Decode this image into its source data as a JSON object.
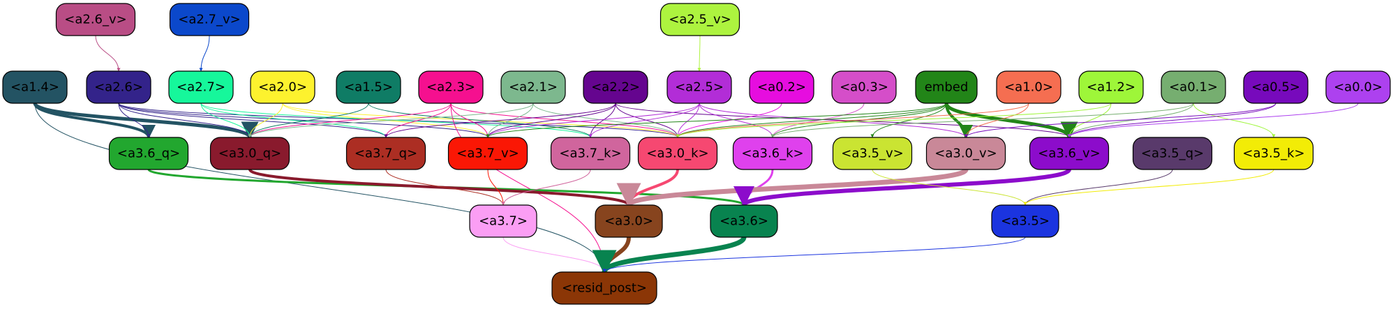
{
  "nodes": [
    {
      "id": "a2_6_v",
      "label": "<a2.6_v>",
      "fill": "#b94d85",
      "text": "#000"
    },
    {
      "id": "a2_7_v",
      "label": "<a2.7_v>",
      "fill": "#0b48cb",
      "text": "#000"
    },
    {
      "id": "a2_5_v",
      "label": "<a2.5_v>",
      "fill": "#adf33f",
      "text": "#000"
    },
    {
      "id": "a1_4",
      "label": "<a1.4>",
      "fill": "#235363",
      "text": "#000"
    },
    {
      "id": "a2_6",
      "label": "<a2.6>",
      "fill": "#33238a",
      "text": "#000"
    },
    {
      "id": "a2_7",
      "label": "<a2.7>",
      "fill": "#16f79b",
      "text": "#000"
    },
    {
      "id": "a2_0",
      "label": "<a2.0>",
      "fill": "#fdf22e",
      "text": "#000"
    },
    {
      "id": "a1_5",
      "label": "<a1.5>",
      "fill": "#0f7c65",
      "text": "#000"
    },
    {
      "id": "a2_3",
      "label": "<a2.3>",
      "fill": "#f5108f",
      "text": "#000"
    },
    {
      "id": "a2_1",
      "label": "<a2.1>",
      "fill": "#7db88e",
      "text": "#000"
    },
    {
      "id": "a2_2",
      "label": "<a2.2>",
      "fill": "#65058f",
      "text": "#000"
    },
    {
      "id": "a2_5",
      "label": "<a2.5>",
      "fill": "#b22dd7",
      "text": "#000"
    },
    {
      "id": "a0_2",
      "label": "<a0.2>",
      "fill": "#e60ddf",
      "text": "#000"
    },
    {
      "id": "a0_3",
      "label": "<a0.3>",
      "fill": "#d54ec9",
      "text": "#000"
    },
    {
      "id": "embed",
      "label": "embed",
      "fill": "#228518",
      "text": "#000"
    },
    {
      "id": "a1_0",
      "label": "<a1.0>",
      "fill": "#f56e51",
      "text": "#000"
    },
    {
      "id": "a1_2",
      "label": "<a1.2>",
      "fill": "#9ef639",
      "text": "#000"
    },
    {
      "id": "a0_1",
      "label": "<a0.1>",
      "fill": "#76ae70",
      "text": "#000"
    },
    {
      "id": "a0_5",
      "label": "<a0.5>",
      "fill": "#770abc",
      "text": "#000"
    },
    {
      "id": "a0_0",
      "label": "<a0.0>",
      "fill": "#ad41ef",
      "text": "#000"
    },
    {
      "id": "a3_6_q",
      "label": "<a3.6_q>",
      "fill": "#22a72f",
      "text": "#000"
    },
    {
      "id": "a3_0_q",
      "label": "<a3.0_q>",
      "fill": "#891a2d",
      "text": "#000"
    },
    {
      "id": "a3_7_q",
      "label": "<a3.7_q>",
      "fill": "#ac2e23",
      "text": "#000"
    },
    {
      "id": "a3_7_v",
      "label": "<a3.7_v>",
      "fill": "#fa1705",
      "text": "#000"
    },
    {
      "id": "a3_7_k",
      "label": "<a3.7_k>",
      "fill": "#d0659d",
      "text": "#000"
    },
    {
      "id": "a3_0_k",
      "label": "<a3.0_k>",
      "fill": "#f64871",
      "text": "#000"
    },
    {
      "id": "a3_6_k",
      "label": "<a3.6_k>",
      "fill": "#df41ed",
      "text": "#000"
    },
    {
      "id": "a3_5_v",
      "label": "<a3.5_v>",
      "fill": "#cae432",
      "text": "#000"
    },
    {
      "id": "a3_0_v",
      "label": "<a3.0_v>",
      "fill": "#c98898",
      "text": "#000"
    },
    {
      "id": "a3_6_v",
      "label": "<a3.6_v>",
      "fill": "#8c0ccb",
      "text": "#000"
    },
    {
      "id": "a3_5_q",
      "label": "<a3.5_q>",
      "fill": "#593a6b",
      "text": "#000"
    },
    {
      "id": "a3_5_k",
      "label": "<a3.5_k>",
      "fill": "#f2ec06",
      "text": "#000"
    },
    {
      "id": "a3_7",
      "label": "<a3.7>",
      "fill": "#fb9ef4",
      "text": "#000"
    },
    {
      "id": "a3_0",
      "label": "<a3.0>",
      "fill": "#87441e",
      "text": "#000"
    },
    {
      "id": "a3_6",
      "label": "<a3.6>",
      "fill": "#08834f",
      "text": "#000"
    },
    {
      "id": "a3_5",
      "label": "<a3.5>",
      "fill": "#1b34df",
      "text": "#000"
    },
    {
      "id": "resid_post",
      "label": "<resid_post>",
      "fill": "#8b3606",
      "text": "#000"
    }
  ],
  "edges": [
    {
      "from": "a2_6_v",
      "to": "a2_6",
      "color": "#b94d85"
    },
    {
      "from": "a2_7_v",
      "to": "a2_7",
      "color": "#0b48cb"
    },
    {
      "from": "a2_5_v",
      "to": "a2_5",
      "color": "#adf33f"
    },
    {
      "from": "a1_4",
      "to": "a3_6_q",
      "color": "#235363"
    },
    {
      "from": "a1_4",
      "to": "a3_0_q",
      "color": "#235363"
    },
    {
      "from": "a1_4",
      "to": "resid_post",
      "color": "#235363"
    },
    {
      "from": "a2_6",
      "to": "a3_6_q",
      "color": "#33238a"
    },
    {
      "from": "a2_6",
      "to": "a3_0_q",
      "color": "#33238a"
    },
    {
      "from": "a2_6",
      "to": "a3_7_q",
      "color": "#33238a"
    },
    {
      "from": "a2_6",
      "to": "a3_7_v",
      "color": "#33238a"
    },
    {
      "from": "a2_6",
      "to": "a3_0_k",
      "color": "#33238a"
    },
    {
      "from": "a2_7",
      "to": "a3_0_q",
      "color": "#16f79b"
    },
    {
      "from": "a2_7",
      "to": "a3_7_q",
      "color": "#16f79b"
    },
    {
      "from": "a2_7",
      "to": "a3_7_k",
      "color": "#16f79b"
    },
    {
      "from": "a2_0",
      "to": "a3_0_q",
      "color": "#fdf22e"
    },
    {
      "from": "a2_0",
      "to": "a3_7_v",
      "color": "#fdf22e"
    },
    {
      "from": "a2_0",
      "to": "a3_0_k",
      "color": "#fdf22e"
    },
    {
      "from": "a1_5",
      "to": "a3_0_q",
      "color": "#0f7c65"
    },
    {
      "from": "a1_5",
      "to": "a3_7_k",
      "color": "#0f7c65"
    },
    {
      "from": "a2_3",
      "to": "a3_0_q",
      "color": "#f5108f"
    },
    {
      "from": "a2_3",
      "to": "a3_7_q",
      "color": "#f5108f"
    },
    {
      "from": "a2_3",
      "to": "a3_7_v",
      "color": "#f5108f"
    },
    {
      "from": "a2_3",
      "to": "a3_0_k",
      "color": "#f5108f"
    },
    {
      "from": "a2_3",
      "to": "resid_post",
      "color": "#f5108f"
    },
    {
      "from": "a2_1",
      "to": "a3_0_q",
      "color": "#7db88e"
    },
    {
      "from": "a2_1",
      "to": "a3_7_v",
      "color": "#7db88e"
    },
    {
      "from": "a2_1",
      "to": "a3_0_k",
      "color": "#7db88e"
    },
    {
      "from": "a2_2",
      "to": "a3_7_q",
      "color": "#65058f"
    },
    {
      "from": "a2_2",
      "to": "a3_7_v",
      "color": "#65058f"
    },
    {
      "from": "a2_2",
      "to": "a3_7_k",
      "color": "#65058f"
    },
    {
      "from": "a2_2",
      "to": "a3_0_k",
      "color": "#65058f"
    },
    {
      "from": "a2_2",
      "to": "a3_6_v",
      "color": "#65058f"
    },
    {
      "from": "a2_5",
      "to": "a3_7_v",
      "color": "#b22dd7"
    },
    {
      "from": "a2_5",
      "to": "a3_7_k",
      "color": "#b22dd7"
    },
    {
      "from": "a2_5",
      "to": "a3_0_k",
      "color": "#b22dd7"
    },
    {
      "from": "a2_5",
      "to": "a3_6_k",
      "color": "#b22dd7"
    },
    {
      "from": "a2_5",
      "to": "a3_0_v",
      "color": "#b22dd7"
    },
    {
      "from": "a0_2",
      "to": "a3_0_k",
      "color": "#e60ddf"
    },
    {
      "from": "a0_3",
      "to": "a3_6_k",
      "color": "#d54ec9"
    },
    {
      "from": "embed",
      "to": "a3_7_v",
      "color": "#228518"
    },
    {
      "from": "embed",
      "to": "a3_0_k",
      "color": "#228518"
    },
    {
      "from": "embed",
      "to": "a3_6_k",
      "color": "#228518"
    },
    {
      "from": "embed",
      "to": "a3_5_v",
      "color": "#228518"
    },
    {
      "from": "embed",
      "to": "a3_0_v",
      "color": "#228518"
    },
    {
      "from": "embed",
      "to": "a3_6_v",
      "color": "#228518"
    },
    {
      "from": "a1_0",
      "to": "a3_0_k",
      "color": "#f56e51"
    },
    {
      "from": "a1_0",
      "to": "a3_0_v",
      "color": "#f56e51"
    },
    {
      "from": "a1_2",
      "to": "a3_0_k",
      "color": "#9ef639"
    },
    {
      "from": "a1_2",
      "to": "a3_6_v",
      "color": "#9ef639"
    },
    {
      "from": "a0_1",
      "to": "a3_6_k",
      "color": "#76ae70"
    },
    {
      "from": "a0_1",
      "to": "a3_6_v",
      "color": "#76ae70"
    },
    {
      "from": "a0_1",
      "to": "a3_5_k",
      "color": "#9ef639"
    },
    {
      "from": "a0_5",
      "to": "a3_0_v",
      "color": "#770abc"
    },
    {
      "from": "a0_5",
      "to": "a3_6_v",
      "color": "#770abc"
    },
    {
      "from": "a0_0",
      "to": "a3_6_v",
      "color": "#ad41ef"
    },
    {
      "from": "a3_6_q",
      "to": "a3_6",
      "color": "#22a72f"
    },
    {
      "from": "a3_0_q",
      "to": "a3_0",
      "color": "#891a2d"
    },
    {
      "from": "a3_7_q",
      "to": "a3_7",
      "color": "#ac2e23"
    },
    {
      "from": "a3_7_v",
      "to": "a3_7",
      "color": "#fa1705"
    },
    {
      "from": "a3_7_k",
      "to": "a3_7",
      "color": "#d0659d"
    },
    {
      "from": "a3_0_k",
      "to": "a3_0",
      "color": "#f64871"
    },
    {
      "from": "a3_6_k",
      "to": "a3_6",
      "color": "#df41ed"
    },
    {
      "from": "a3_0_v",
      "to": "a3_0",
      "color": "#c98898"
    },
    {
      "from": "a3_6_v",
      "to": "a3_6",
      "color": "#8c0ccb"
    },
    {
      "from": "a3_5_v",
      "to": "a3_5",
      "color": "#cae432"
    },
    {
      "from": "a3_5_q",
      "to": "a3_5",
      "color": "#593a6b"
    },
    {
      "from": "a3_5_k",
      "to": "a3_5",
      "color": "#f2ec06"
    },
    {
      "from": "a3_7",
      "to": "resid_post",
      "color": "#fb9ef4"
    },
    {
      "from": "a3_0",
      "to": "resid_post",
      "color": "#87441e"
    },
    {
      "from": "a3_6",
      "to": "resid_post",
      "color": "#08834f"
    },
    {
      "from": "a3_5",
      "to": "resid_post",
      "color": "#1b34df"
    }
  ]
}
